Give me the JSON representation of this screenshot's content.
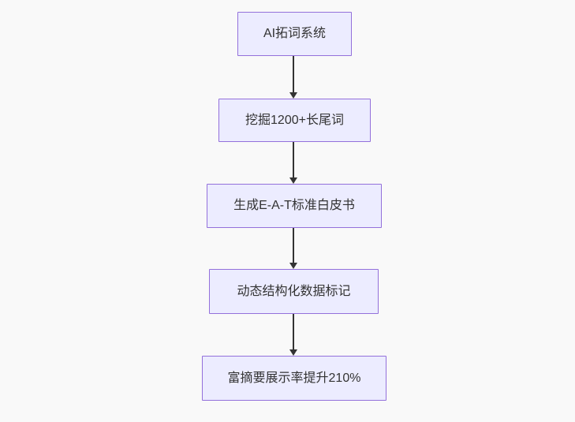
{
  "diagram": {
    "type": "flowchart",
    "direction": "top-down",
    "nodes": [
      {
        "id": "n1",
        "label": "AI拓词系统"
      },
      {
        "id": "n2",
        "label": "挖掘1200+长尾词"
      },
      {
        "id": "n3",
        "label": "生成E-A-T标准白皮书"
      },
      {
        "id": "n4",
        "label": "动态结构化数据标记"
      },
      {
        "id": "n5",
        "label": "富摘要展示率提升210%"
      }
    ],
    "edges": [
      {
        "from": "n1",
        "to": "n2"
      },
      {
        "from": "n2",
        "to": "n3"
      },
      {
        "from": "n3",
        "to": "n4"
      },
      {
        "from": "n4",
        "to": "n5"
      }
    ],
    "colors": {
      "page-bg": "#f9f9f9",
      "node-fill": "#ececff",
      "node-border": "#9370db",
      "node-text": "#333333",
      "arrow-color": "#333333"
    }
  }
}
